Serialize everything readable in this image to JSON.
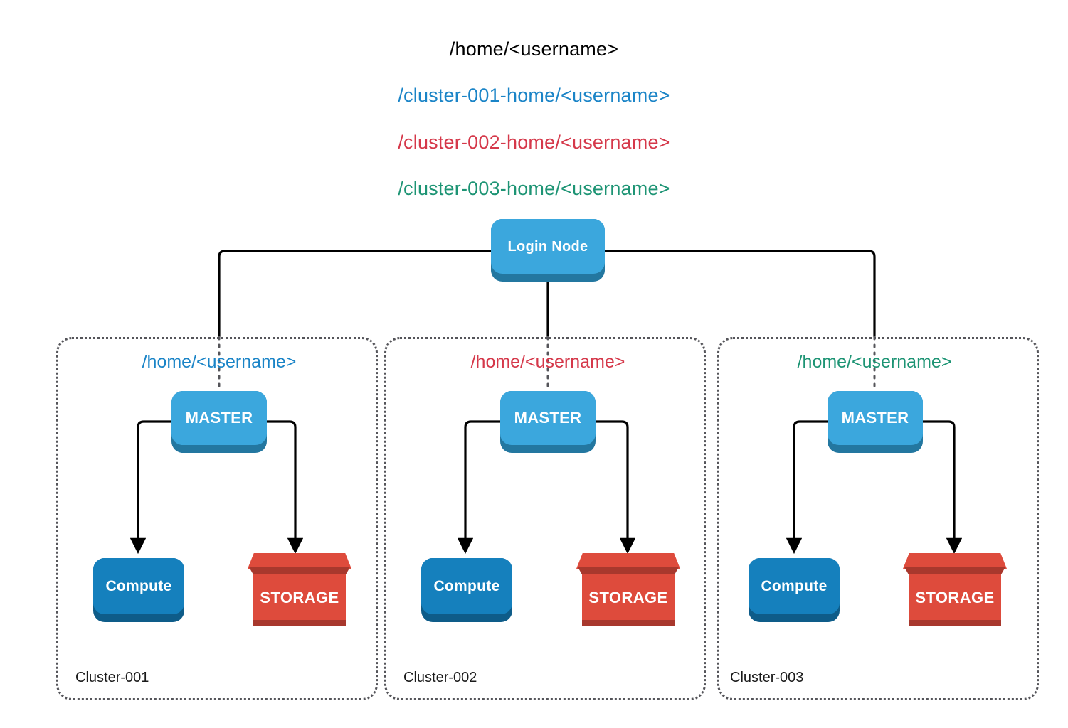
{
  "diagram": {
    "title_paths": [
      {
        "id": "root",
        "text": "/home/<username>",
        "color": "#000000"
      },
      {
        "id": "cluster001",
        "text": "/cluster-001-home/<username>",
        "color": "#1a84c7"
      },
      {
        "id": "cluster002",
        "text": "/cluster-002-home/<username>",
        "color": "#d5384a"
      },
      {
        "id": "cluster003",
        "text": "/cluster-003-home/<username>",
        "color": "#1d9474"
      }
    ],
    "login_node": {
      "label": "Login Node"
    },
    "clusters": [
      {
        "name": "Cluster-001",
        "mount_path": "/home/<username>",
        "mount_color": "#1a84c7",
        "master": "MASTER",
        "compute": "Compute",
        "storage": "STORAGE"
      },
      {
        "name": "Cluster-002",
        "mount_path": "/home/<username>",
        "mount_color": "#d5384a",
        "master": "MASTER",
        "compute": "Compute",
        "storage": "STORAGE"
      },
      {
        "name": "Cluster-003",
        "mount_path": "/home/<username>",
        "mount_color": "#1d9474",
        "master": "MASTER",
        "compute": "Compute",
        "storage": "STORAGE"
      }
    ],
    "colors": {
      "node_blue_light": "#3ba7dd",
      "node_blue_light_base": "#2377a0",
      "node_blue_dark": "#1580bd",
      "node_blue_dark_base": "#0e5c89",
      "storage_red": "#de4b3c",
      "storage_red_dark": "#a8382d",
      "connector": "#000000",
      "cluster_border": "#55555a"
    }
  }
}
